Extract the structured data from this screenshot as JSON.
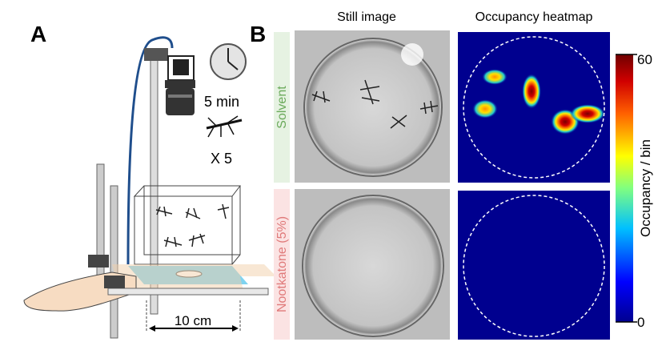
{
  "panels": {
    "a": {
      "label": "A",
      "duration": "5 min",
      "count": "X 5",
      "scale": "10 cm"
    },
    "b": {
      "label": "B",
      "col_still": "Still image",
      "col_heatmap": "Occupancy heatmap",
      "row_solvent": "Solvent",
      "row_nootkatone": "Nootkatone (5%)",
      "colorbar": {
        "label": "Occupancy / bin",
        "max": "60",
        "min": "0"
      }
    }
  },
  "colors": {
    "solvent": "#6aaa5a",
    "nootkatone": "#e07a7a",
    "heat_bg": "#00008f",
    "mat": "#7fd3f0",
    "tube": "#1f4e8c"
  }
}
